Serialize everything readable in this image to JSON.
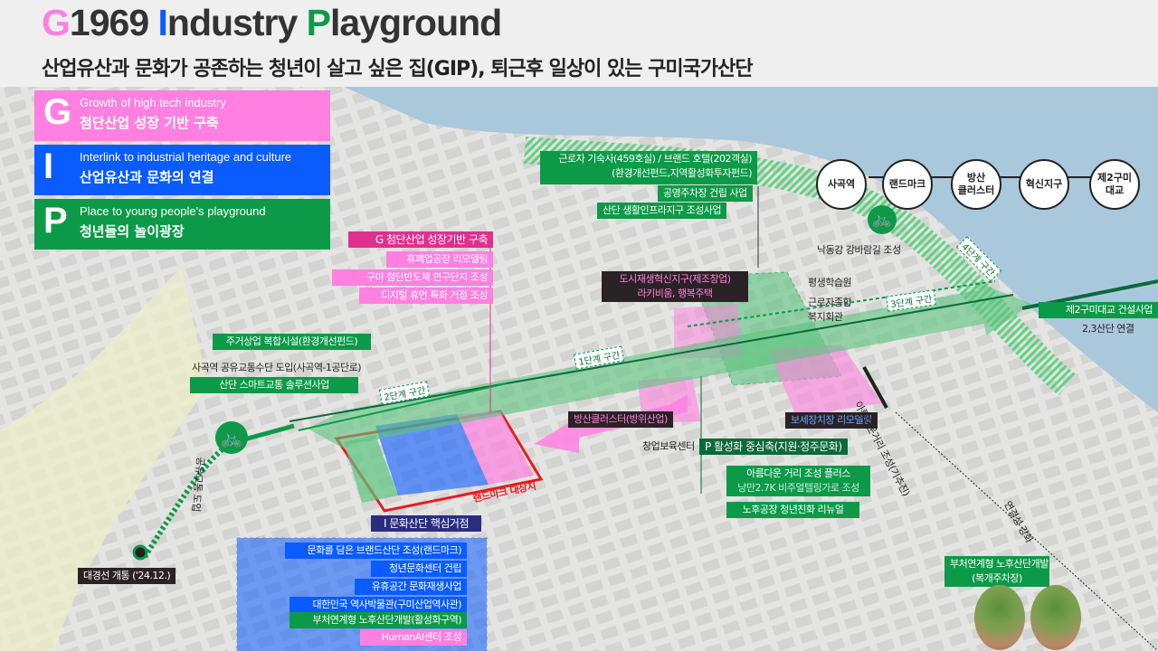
{
  "header": {
    "title_parts": [
      {
        "t": "G",
        "c": "#ff80e0"
      },
      {
        "t": "1969 ",
        "c": "#333333"
      },
      {
        "t": "I",
        "c": "#0a5cff"
      },
      {
        "t": "ndustry ",
        "c": "#333333"
      },
      {
        "t": "P",
        "c": "#0c9a48"
      },
      {
        "t": "layground",
        "c": "#333333"
      }
    ],
    "title": "G1969 Industry Playground",
    "subtitle": "산업유산과 문화가 공존하는 청년이 살고 싶은 집(GIP), 퇴근후 일상이 있는 구미국가산단"
  },
  "colors": {
    "g": "#ff80e0",
    "i": "#0a5cff",
    "p": "#0c9a48",
    "river": "#aac8dc"
  },
  "legend": [
    {
      "letter": "G",
      "en": "Growth of high tech industry",
      "ko": "첨단산업 성장 기반 구축"
    },
    {
      "letter": "I",
      "en": "Interlink to industrial heritage and culture",
      "ko": "산업유산과 문화의 연결"
    },
    {
      "letter": "P",
      "en": "Place to young people's playground",
      "ko": "청년들의 놀이광장"
    }
  ],
  "route_stops": [
    "사곡역",
    "랜드마크",
    "방산\n클러스터",
    "혁신지구",
    "제2구미\n대교"
  ],
  "top_labels": {
    "dorm1": "근로자 기숙사(459호실) / 브랜드 호텔(202객실)",
    "dorm2": "(환경개선펀드,지역활성화투자펀드)",
    "parking": "공영주차장 건립 사업",
    "infra": "산단 생활인프라지구 조성사업"
  },
  "river_path": "낙동강 강바람길 조성",
  "urban": {
    "title": "도시재생혁신지구(제조창업)",
    "sub": "라키비움, 행복주택"
  },
  "facilities": {
    "learning": "평생학습원",
    "welfare1": "근로자종합",
    "welfare2": "복지회관",
    "incubator": "창업보육센터"
  },
  "bridge": {
    "label": "제2구미대교 건설사업",
    "sub": "2,3산단 연결"
  },
  "stages": {
    "s1": "1단계 구간",
    "s2": "2단계 구간",
    "s3": "3단계 구간",
    "s4": "4단계 구간"
  },
  "g_group": {
    "title": "G 첨단산업 성장기반 구축",
    "items": [
      "휴폐업공장 리모델링",
      "구미 첨단반도체 연구단지 조성",
      "디지털 휴먼 특화 거점 조성"
    ]
  },
  "mixed_use": "주거상업 복합시설(환경개선펀드)",
  "smart": {
    "note": "사곡역 공유교통수단 도입(사곡역-1공단로)",
    "label": "산단 스마트교통 솔루션사업"
  },
  "defense": "방산클러스터(방위산업)",
  "bonded": "보세장치장 리모델링",
  "p_group": {
    "title": "P 활성화 중심축(지원·정주문화)",
    "street": "아름다운 거리 조성 플러스",
    "street_sub": "낭만2.7K 비주얼텔링가로 조성",
    "renewal": "노후공장 청년친화 리뉴얼"
  },
  "street_note": "아름다운거리 조성(기추진)",
  "connect": "연결성 강화",
  "covered": {
    "l1": "부처연계형 노후산단개발",
    "l2": "(복개주차장)"
  },
  "landmark_site": "랜드마크 대상지",
  "i_group": {
    "title": "I 문화산단 핵심거점",
    "items": [
      "문화를 담은 브랜드산단 조성(랜드마크)",
      "청년문화센터 건립",
      "유휴공간 문화재생사업",
      "대한민국 역사박물관(구미산업역사관)",
      "부처연계형 노후산단개발(활성화구역)",
      "HumanAI센터 조성"
    ]
  },
  "shared_transit": "공유교통 도입",
  "daegyeong": "대경선 개통 ('24.12.)"
}
